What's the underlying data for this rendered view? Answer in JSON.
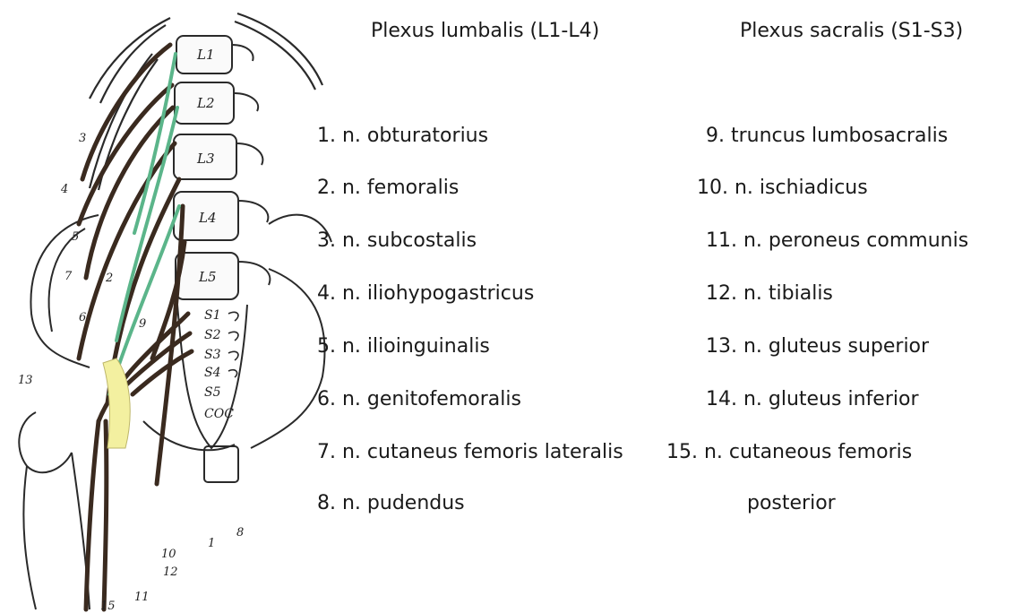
{
  "headings": {
    "lumbar": "Plexus lumbalis (L1-L4)",
    "sacral": "Plexus sacralis (S1-S3)"
  },
  "legend": {
    "lumbar": [
      "1. n. obturatorius",
      "2. n. femoralis",
      "3. n. subcostalis",
      "4. n. iliohypogastricus",
      "5. n. ilioinguinalis",
      "6. n. genitofemoralis",
      "7. n. cutaneus femoris lateralis",
      "8. n. pudendus"
    ],
    "sacral": [
      "9. truncus lumbosacralis",
      "10. n. ischiadicus",
      "11. n. peroneus communis",
      "12. n. tibialis",
      "13. n. gluteus superior",
      "14. n. gluteus inferior",
      "15. n. cutaneous femoris",
      "posterior"
    ]
  },
  "figure": {
    "vertebra_labels": [
      "L1",
      "L2",
      "L3",
      "L4",
      "L5"
    ],
    "sacral_labels": [
      "S1",
      "S2",
      "S3",
      "S4",
      "S5",
      "COC"
    ],
    "nerve_number_labels": [
      "3",
      "4",
      "5",
      "7",
      "2",
      "6",
      "9",
      "13",
      "1",
      "8",
      "10",
      "12",
      "11",
      "15"
    ],
    "colors": {
      "nerve": "#3a2a1f",
      "femoral_highlight": "#5bb58a",
      "ligament_highlight": "#f3f0a0",
      "bone_outline": "#2a2a2a"
    }
  }
}
